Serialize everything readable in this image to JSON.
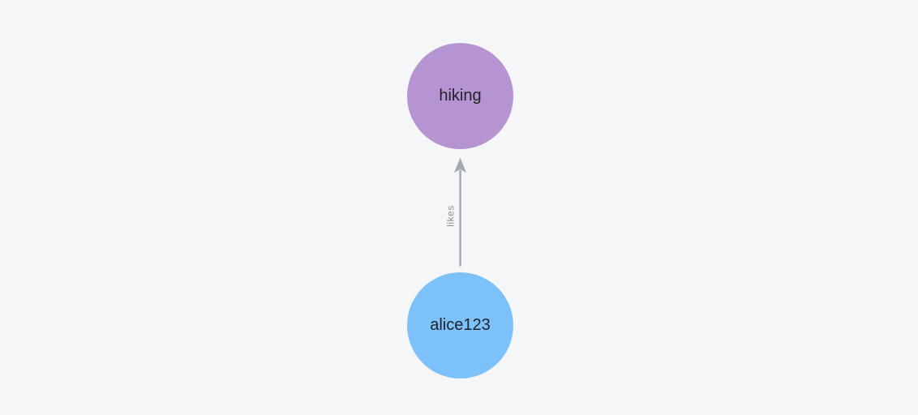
{
  "graph": {
    "background_color": "#f5f6f7",
    "nodes": [
      {
        "id": "hiking",
        "label": "hiking",
        "color": "#b694d1",
        "text_color": "#20242a"
      },
      {
        "id": "alice123",
        "label": "alice123",
        "color": "#7dc1fa",
        "text_color": "#20242a"
      }
    ],
    "edges": [
      {
        "from": "alice123",
        "to": "hiking",
        "label": "likes",
        "line_color": "#a5a9b4",
        "label_color": "#8d9196"
      }
    ]
  }
}
